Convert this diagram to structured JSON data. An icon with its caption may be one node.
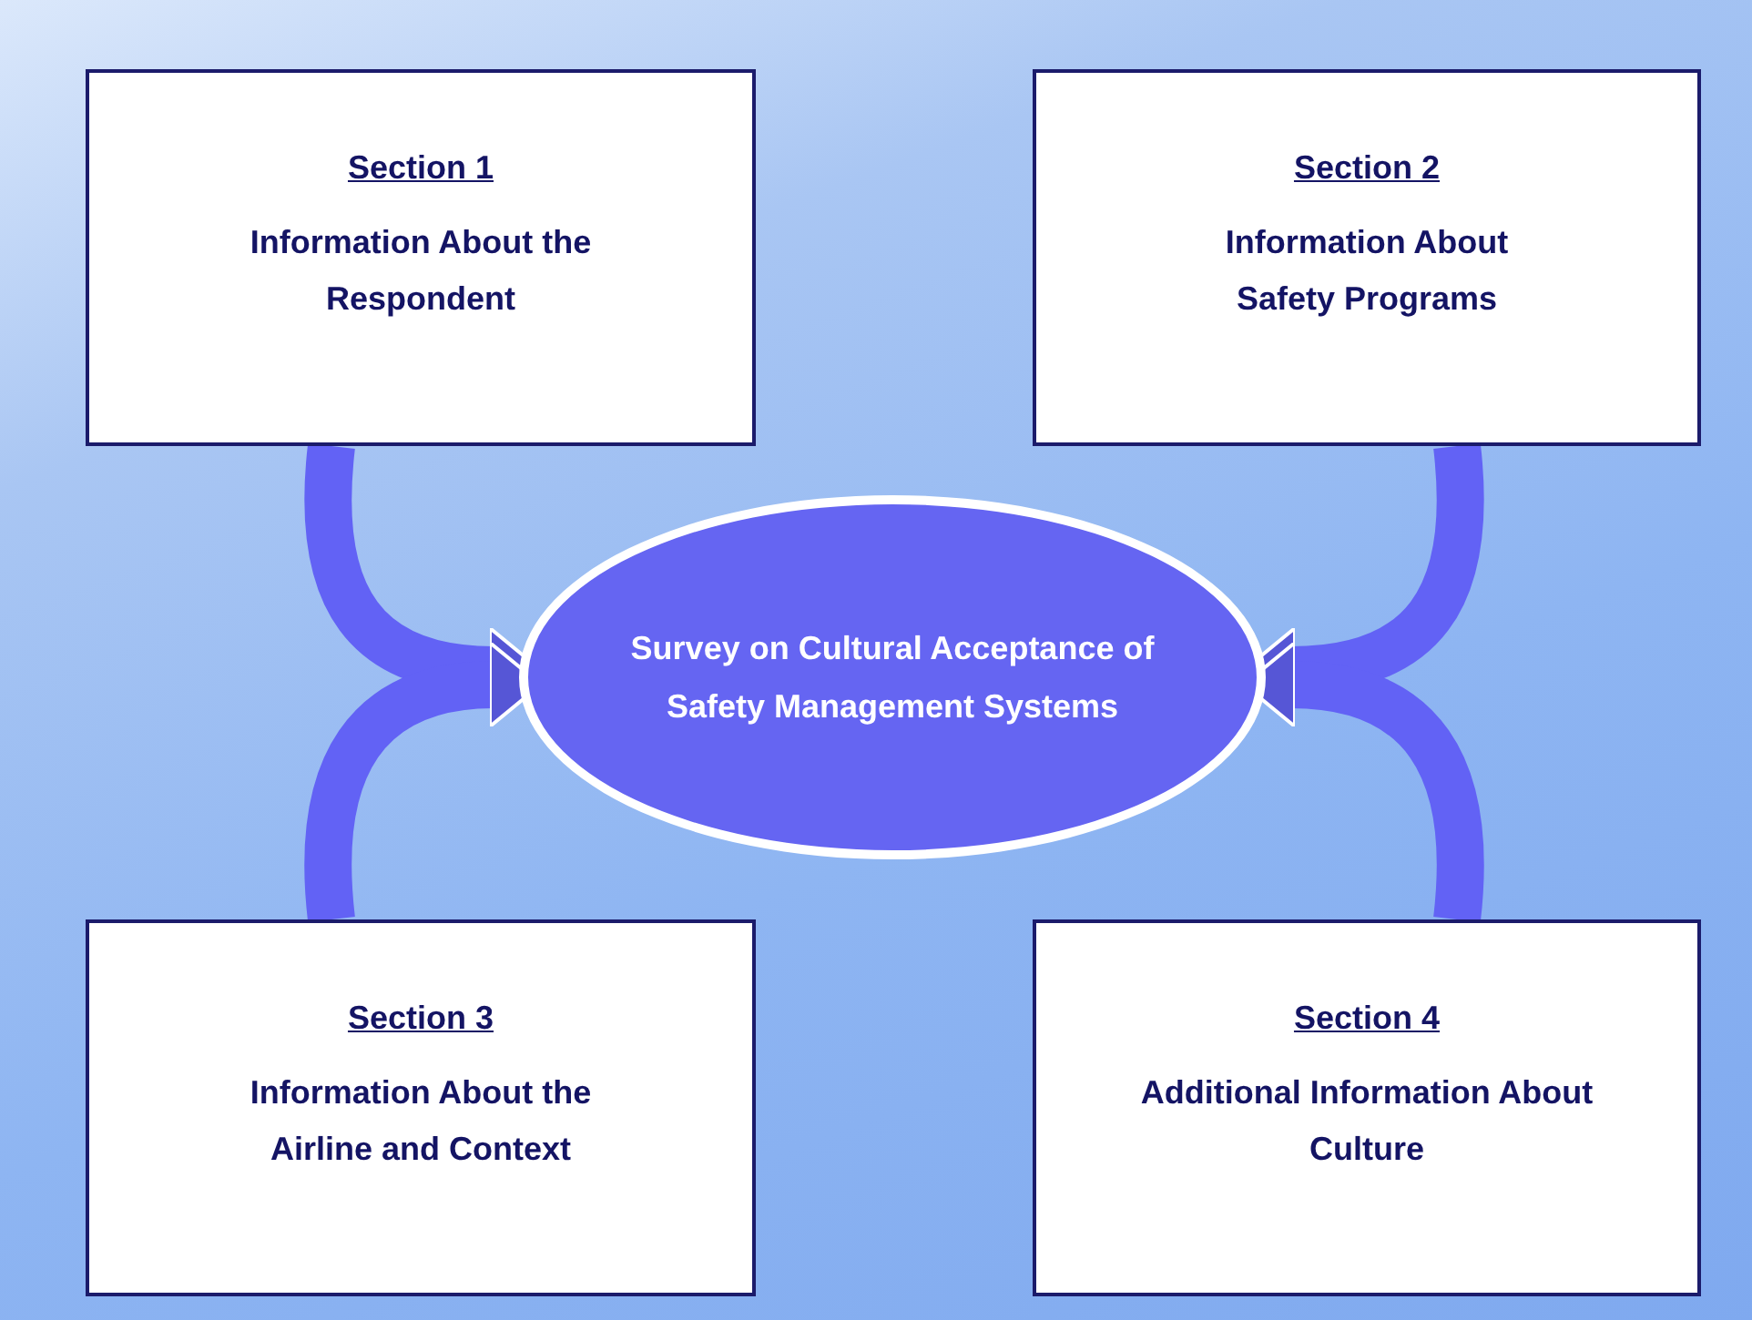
{
  "diagram": {
    "nodes": [
      {
        "text": [
          "Section 1",
          "Information About the Respondent"
        ]
      },
      {
        "text": [
          "Section 2",
          "Information About Safety Programs"
        ]
      },
      {
        "text": [
          "Survey on Cultural Acceptance of Safety Management Systems"
        ]
      },
      {
        "text": [
          "Section 3",
          "Information About the Airline and Context"
        ]
      },
      {
        "text": [
          "Section 4",
          "Additional Information About Culture"
        ]
      }
    ],
    "edges": [
      {
        "from": 0,
        "to": 2,
        "arrow": "to"
      },
      {
        "from": 3,
        "to": 2,
        "arrow": "to"
      },
      {
        "from": 1,
        "to": 2,
        "arrow": "to"
      },
      {
        "from": 4,
        "to": 2,
        "arrow": "to"
      }
    ]
  }
}
